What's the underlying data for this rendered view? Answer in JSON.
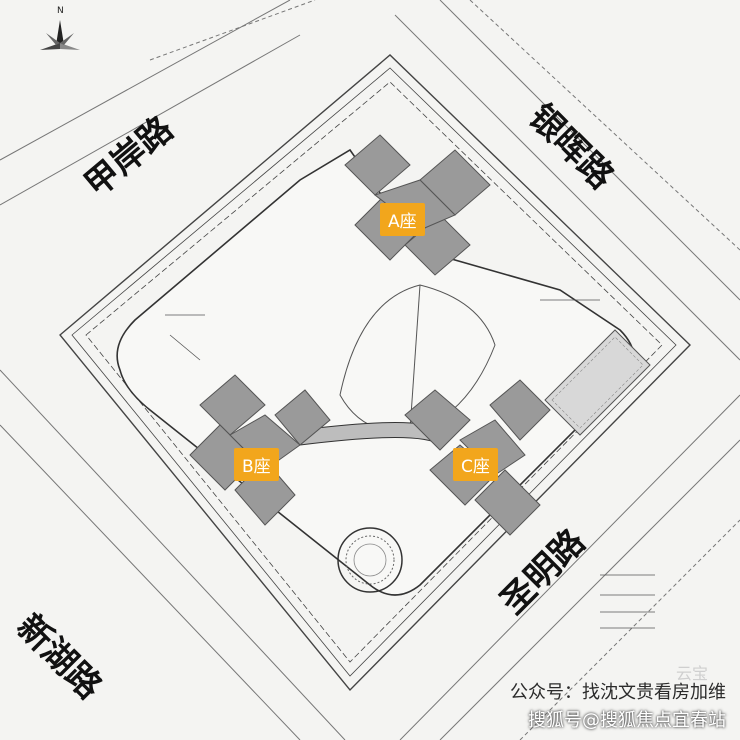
{
  "compass": {
    "north_letter": "N",
    "icon": "north-arrow-icon"
  },
  "roads": {
    "jiaan": "甲岸路",
    "yinhui": "银晖路",
    "xinhu": "新湖路",
    "shengming": "圣明路"
  },
  "towers": {
    "a": "A座",
    "b": "B座",
    "c": "C座"
  },
  "watermark": {
    "line1": "公众号：找沈文贵看房加维",
    "line2": "搜狐号@搜狐焦点宜春站",
    "faint": "云宝"
  },
  "colors": {
    "tower_fill": "#9a9a9a",
    "label_bg": "#f2a61c",
    "linework": "#555555",
    "background": "#f4f4f2"
  }
}
